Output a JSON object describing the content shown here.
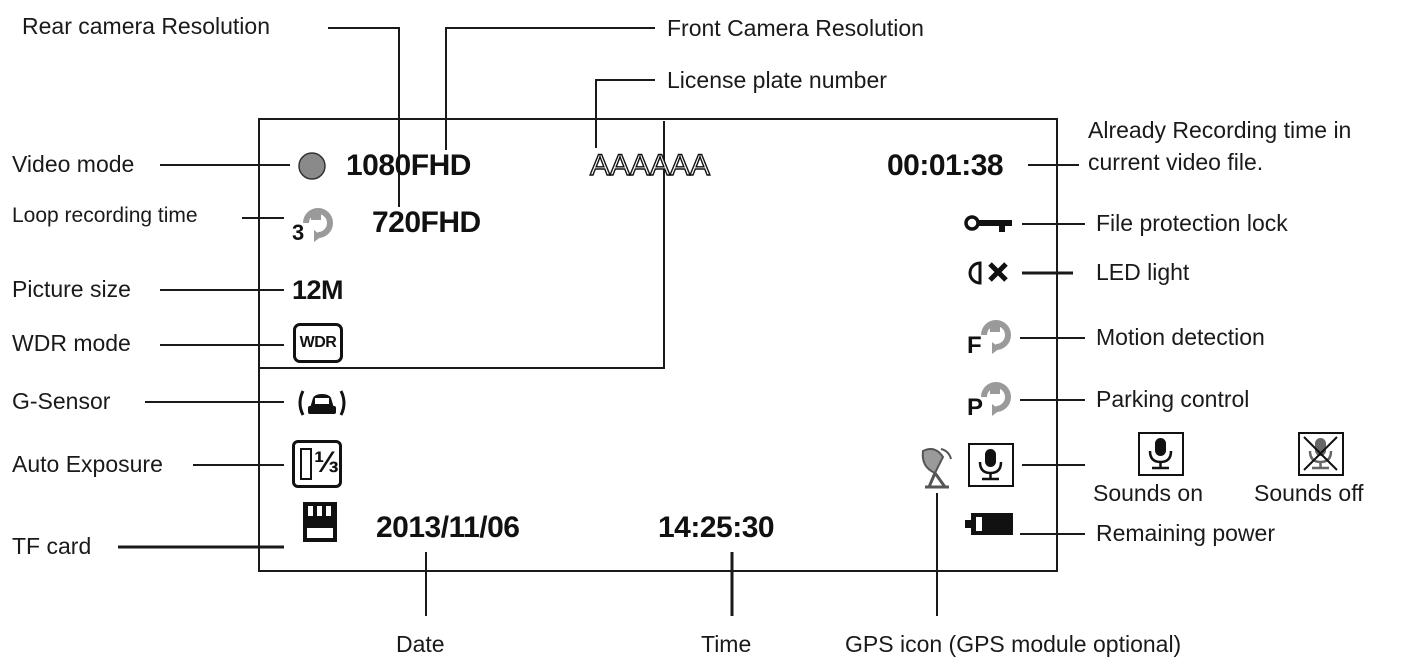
{
  "screen": {
    "front_resolution": "1080FHD",
    "rear_resolution": "720FHD",
    "license_plate": "AAAAAA",
    "recording_time": "00:01:38",
    "picture_size": "12M",
    "wdr_badge": "WDR",
    "loop_value": "3",
    "exposure_value": "⅓",
    "date": "2013/11/06",
    "time": "14:25:30",
    "motion_letter": "F",
    "parking_letter": "P"
  },
  "labels": {
    "rear_camera_resolution": "Rear camera Resolution",
    "front_camera_resolution": "Front Camera Resolution",
    "license_plate_number": "License plate number",
    "recording_time_line1": "Already Recording time in",
    "recording_time_line2": "current video file.",
    "video_mode": "Video mode",
    "loop_recording_time": "Loop recording time",
    "picture_size": "Picture size",
    "wdr_mode": "WDR mode",
    "g_sensor": "G-Sensor",
    "auto_exposure": "Auto Exposure",
    "tf_card": "TF card",
    "file_protection_lock": "File protection lock",
    "led_light": "LED light",
    "motion_detection": "Motion detection",
    "parking_control": "Parking control",
    "sounds_on": "Sounds on",
    "sounds_off": "Sounds off",
    "remaining_power": "Remaining power",
    "date": "Date",
    "time": "Time",
    "gps_icon": "GPS icon (GPS module optional)"
  },
  "icons": {
    "video_mode": "record-dot-icon",
    "loop": "loop-recording-icon",
    "wdr": "wdr-icon",
    "g_sensor": "car-shake-icon",
    "auto_exposure": "exposure-icon",
    "tf_card": "sd-card-icon",
    "lock": "key-icon",
    "led": "led-off-icon",
    "motion": "motion-detection-icon",
    "parking": "parking-icon",
    "sound_on": "microphone-icon",
    "sound_off": "microphone-muted-icon",
    "battery": "battery-icon",
    "gps": "gps-satellite-icon"
  },
  "colors": {
    "record_dot": "#8a8a8a",
    "line": "#1a1a1a",
    "icon_grey": "#9a9a9a"
  }
}
